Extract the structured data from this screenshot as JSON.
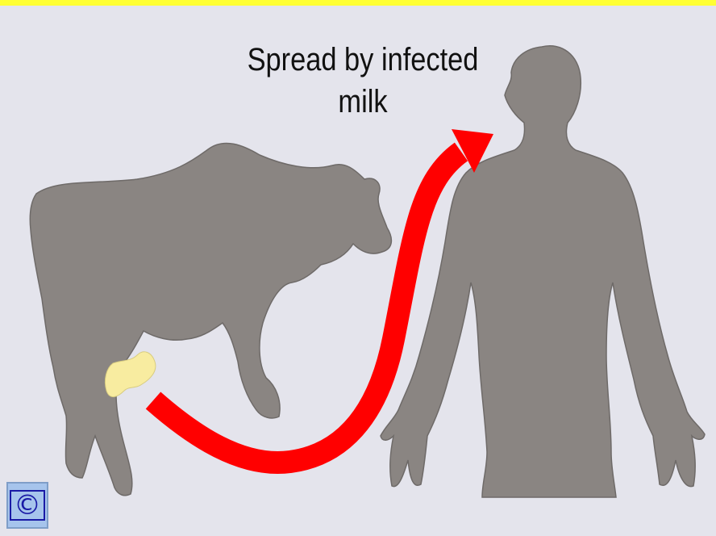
{
  "caption": {
    "line1": "Spread by infected",
    "line2": "milk"
  },
  "copyright": {
    "symbol": "©"
  },
  "colors": {
    "background": "#e4e4ec",
    "top_bar": "#ffff33",
    "silhouette": "#8a8582",
    "udder": "#f8eca0",
    "arrow": "#ff0000",
    "badge": "#a6c4ec"
  },
  "figures": {
    "source": "cow-silhouette",
    "target": "human-silhouette",
    "connector": "transmission-arrow"
  }
}
